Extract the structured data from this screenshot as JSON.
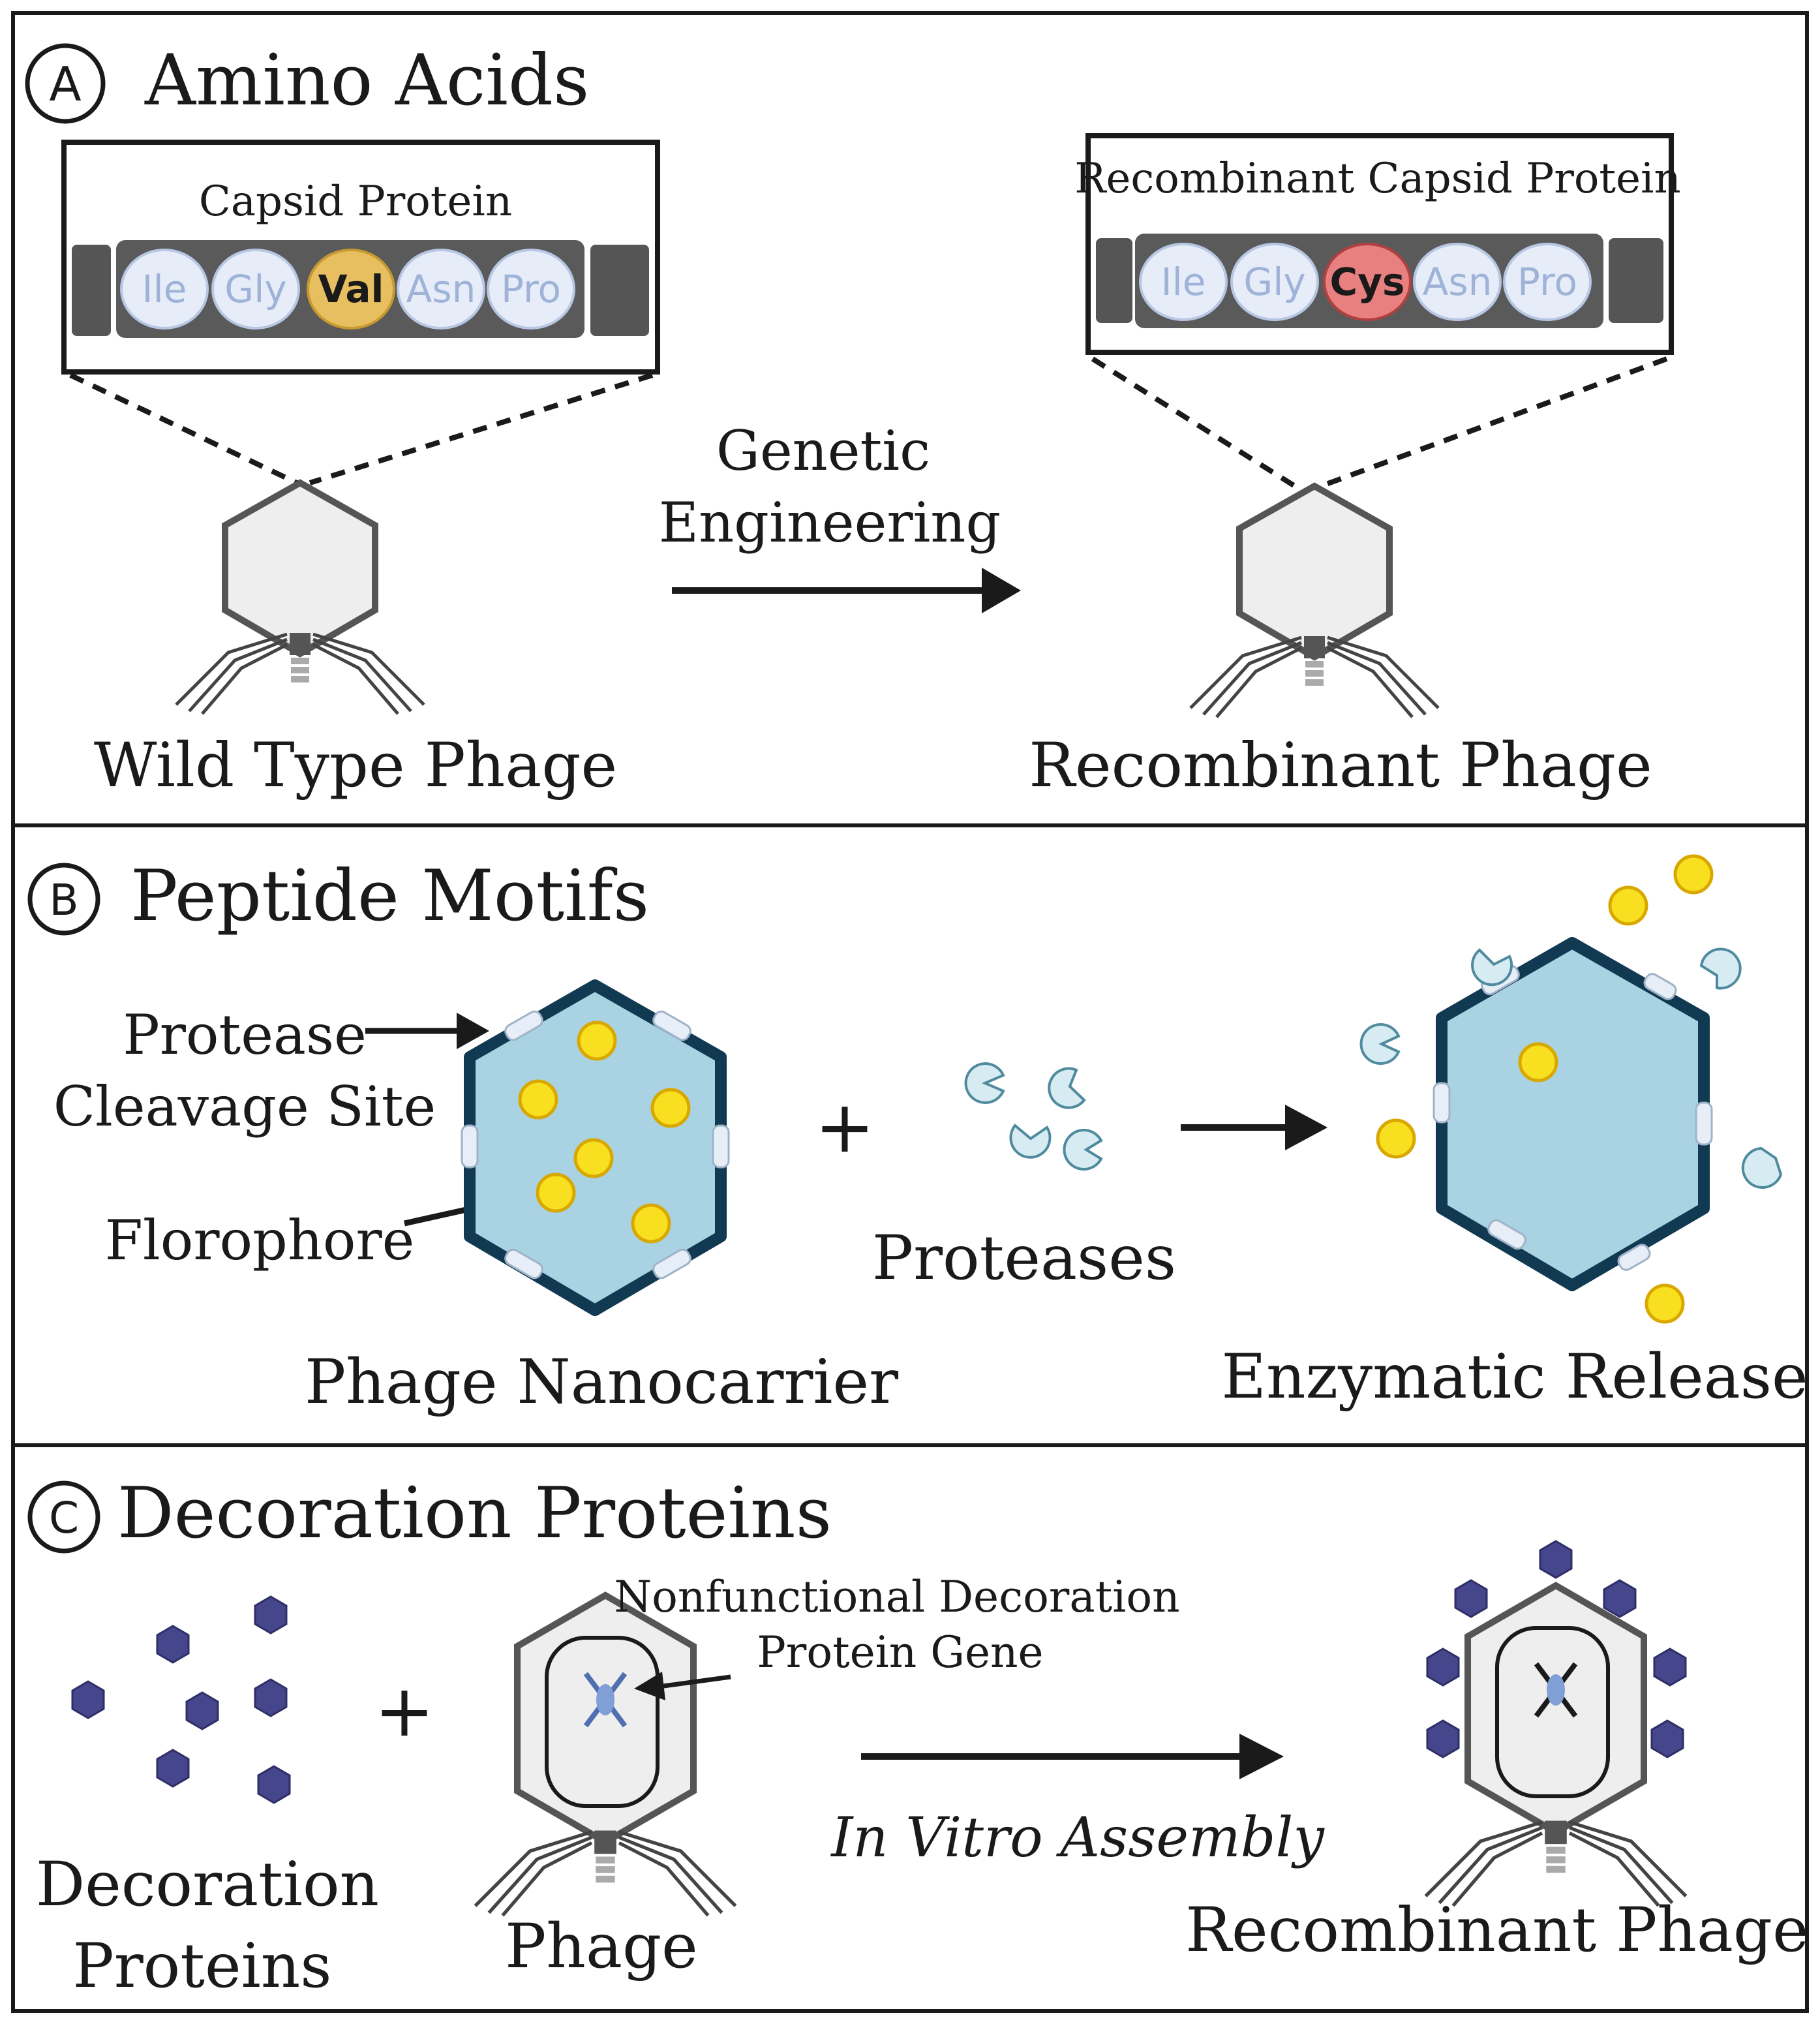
{
  "panel_a": {
    "letter": "A",
    "title": "Amino Acids",
    "left_box_title": "Capsid Protein",
    "right_box_title": "Recombinant Capsid Protein",
    "left_residues": [
      "Ile",
      "Gly",
      "Val",
      "Asn",
      "Pro"
    ],
    "right_residues": [
      "Ile",
      "Gly",
      "Cys",
      "Asn",
      "Pro"
    ],
    "arrow_label_line1": "Genetic",
    "arrow_label_line2": "Engineering",
    "left_caption": "Wild Type Phage",
    "right_caption": "Recombinant Phage"
  },
  "panel_b": {
    "letter": "B",
    "title": "Peptide Motifs",
    "label_cleavage_line1": "Protease",
    "label_cleavage_line2": "Cleavage Site",
    "label_fluorophore": "Florophore",
    "plus": "+",
    "proteases_label": "Proteases",
    "left_caption": "Phage Nanocarrier",
    "right_caption": "Enzymatic Release"
  },
  "panel_c": {
    "letter": "C",
    "title": "Decoration Proteins",
    "left_caption_line1": "Decoration",
    "left_caption_line2": "Proteins",
    "plus": "+",
    "gene_label_line1": "Nonfunctional Decoration",
    "gene_label_line2": "Protein Gene",
    "phage_caption": "Phage",
    "arrow_label": "In Vitro Assembly",
    "right_caption": "Recombinant Phage"
  },
  "colors": {
    "val_highlight": "#e8bf60",
    "cys_highlight": "#e88080",
    "residue_fill": "#e6edf8",
    "capsid_blue": "#a9d3e3",
    "capsid_edge": "#113a52",
    "fluorophore": "#f8e020",
    "protease": "#d6ecf2",
    "decoration": "#45468c"
  }
}
